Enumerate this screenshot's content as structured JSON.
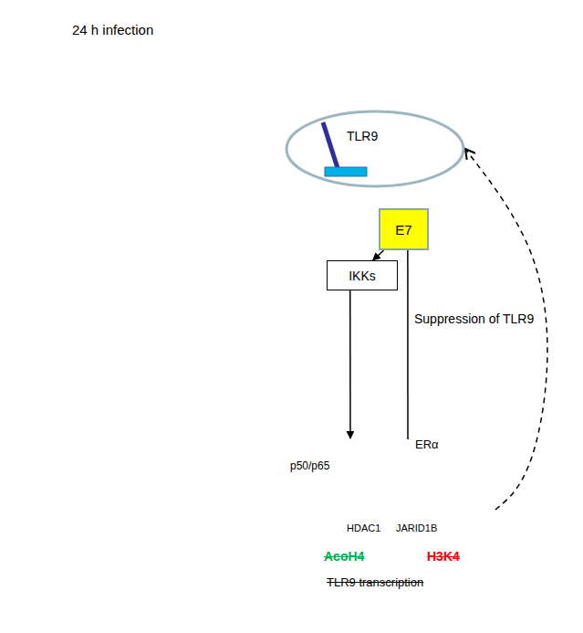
{
  "diagram": {
    "nodes": [
      {
        "text": [
          "TLR9"
        ]
      },
      {
        "text": [
          "E7"
        ]
      },
      {
        "text": [
          "IKKs"
        ]
      },
      {
        "text": [
          "p50/p65",
          "ERα",
          "HDAC1",
          "JARID1B",
          "AcoH4",
          "H3K4",
          "TLR9 transcription"
        ]
      }
    ],
    "edges": [
      {
        "from": 1,
        "to": 2,
        "arrow": "to"
      },
      {
        "from": 2,
        "to": 3,
        "arrow": "to"
      },
      {
        "from": 1,
        "to": 3,
        "arrow": "none"
      },
      {
        "from": 3,
        "to": 0,
        "arrow": "to"
      }
    ],
    "labels": [
      "24 h infection",
      "Suppression of TLR9"
    ]
  }
}
